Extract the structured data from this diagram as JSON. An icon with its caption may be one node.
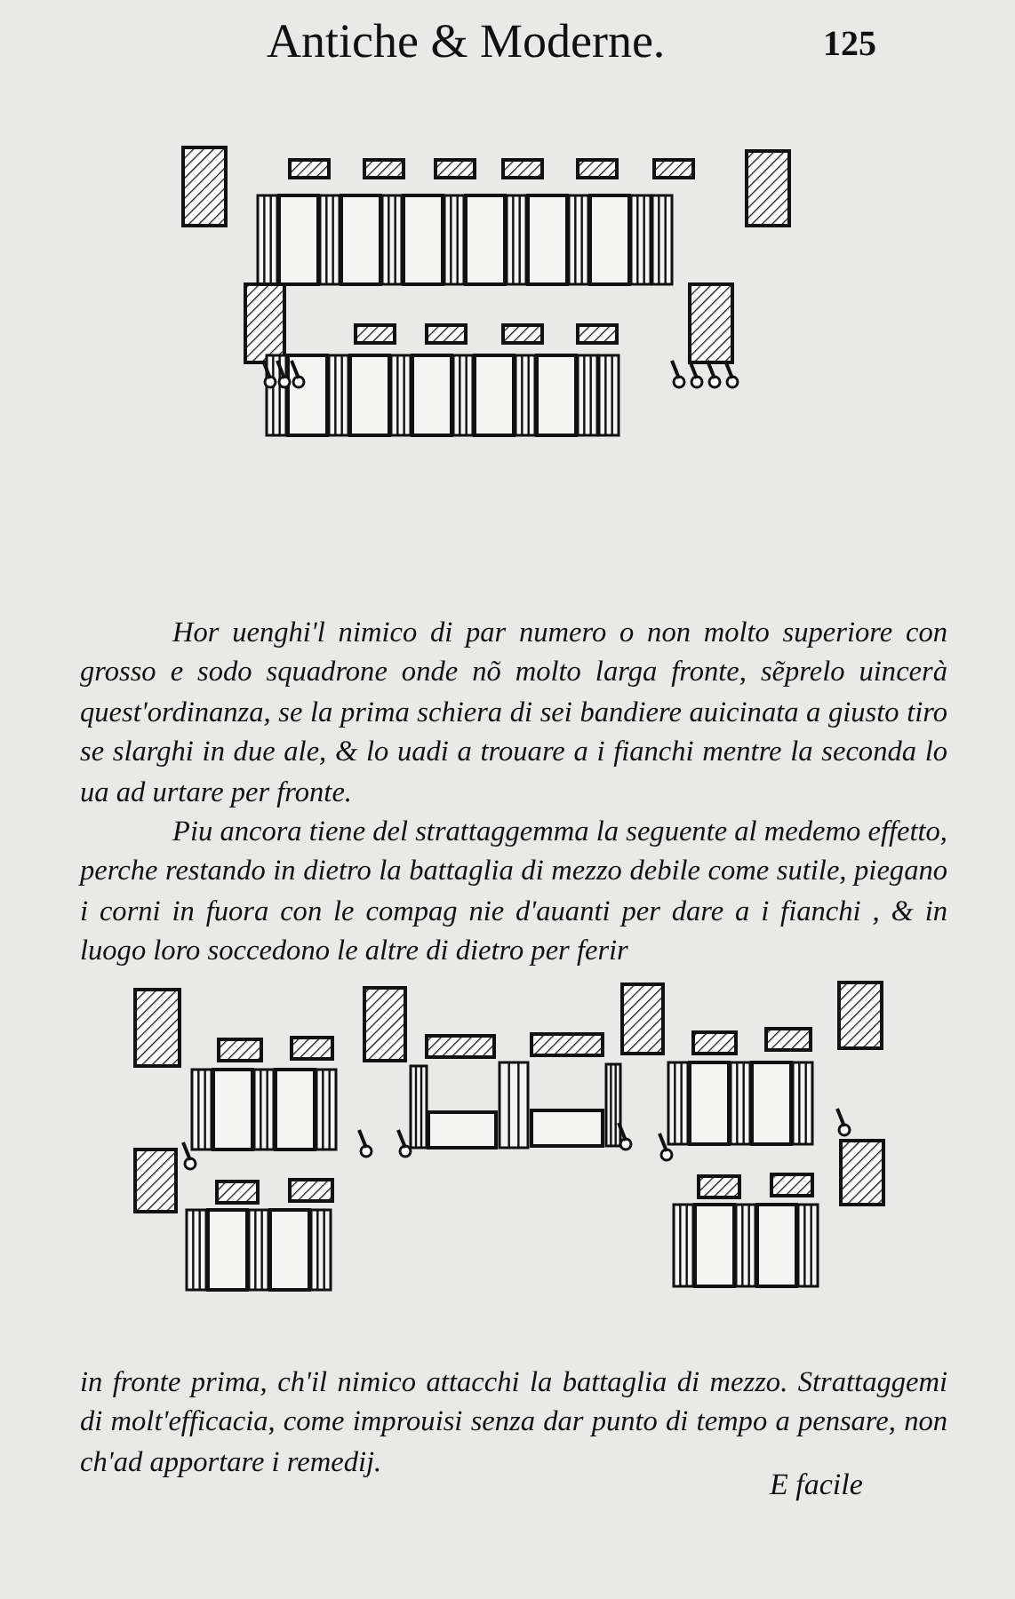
{
  "diagram": {
    "title": "Antiche & Moderne.",
    "labels": [
      "125",
      "Hor uenghi'l nimico di par numero o non molto superiore con grosso e sodo squadrone onde nõ molto larga fronte, sẽprelo uincerà quest'ordinanza, se la prima schiera di sei bandiere auicinata a giusto tiro se slarghi in due ale, & lo uadi a trouare a i fianchi mentre la seconda lo ua ad urtare per fronte.",
      "Piu ancora tiene del strattaggemma la seguente al medemo effetto, perche restando in dietro la battaglia di mezzo debile come sutile, piegano i corni in fuora con le compag nie d'auanti per dare a i fianchi , & in luogo loro soccedono le altre di dietro per ferir",
      "in fronte prima, ch'il nimico attacchi la battaglia di mezzo. Strattaggemi di molt'efficacia, come improuisi senza dar punto di tempo a pensare, non ch'ad apportare i remedij.",
      "E facile"
    ]
  }
}
